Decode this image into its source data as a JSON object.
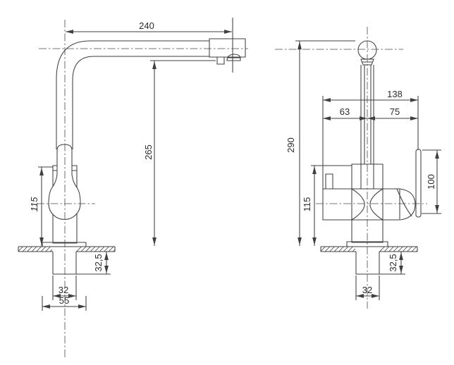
{
  "drawing": {
    "views": {
      "side_view": {
        "spout_reach": "240",
        "outlet_height": "265",
        "body_height": "115",
        "under_counter_depth": "32,5",
        "shank_width": "32",
        "base_width": "55"
      },
      "front_view": {
        "overall_height": "290",
        "handle_span": "138",
        "span_left": "63",
        "span_right": "75",
        "lever_height": "100",
        "body_height": "115",
        "under_counter_depth": "32,5",
        "shank_width": "32"
      }
    },
    "colors": {
      "line": "#3f3f3f",
      "text": "#2b2b2b",
      "background": "#ffffff"
    }
  }
}
